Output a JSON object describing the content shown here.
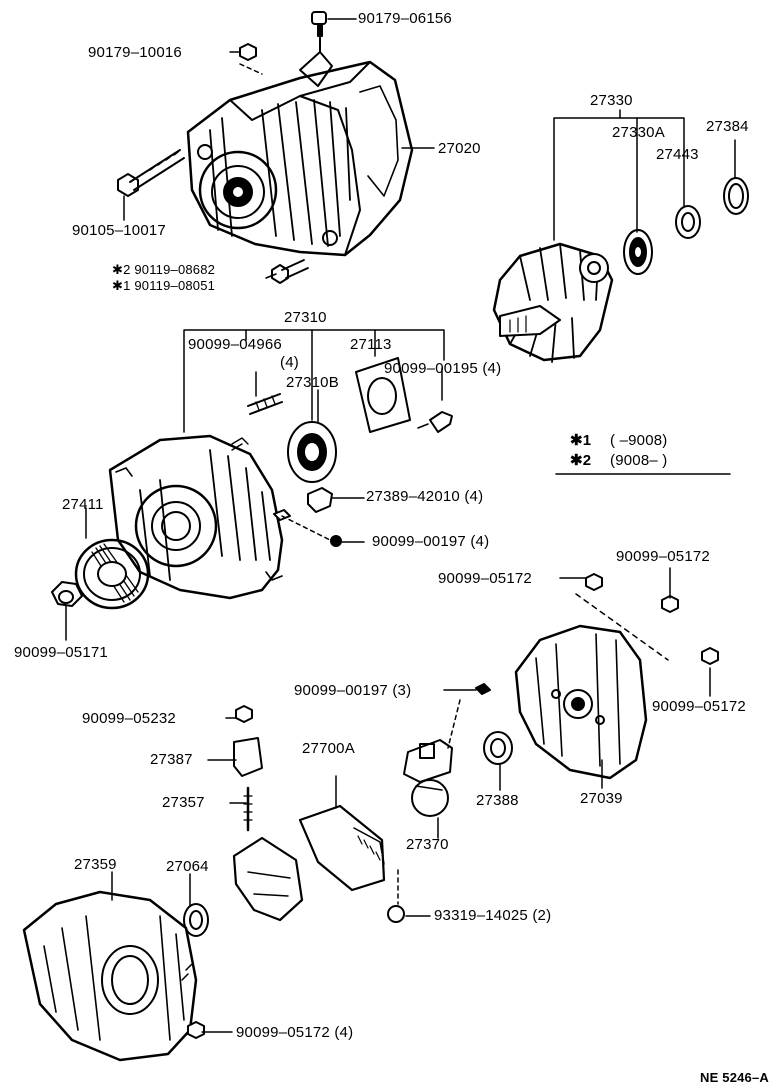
{
  "parts": {
    "p90179_06156": "90179–06156",
    "p90179_10016": "90179–10016",
    "p27020": "27020",
    "p90105_10017": "90105–10017",
    "p90119_08682": "✱2  90119–08682",
    "p90119_08051": "✱1  90119–08051",
    "p27330": "27330",
    "p27330A": "27330A",
    "p27384": "27384",
    "p27443": "27443",
    "p27310": "27310",
    "p90099_04966": "90099–04966",
    "p90099_04966_qty": "(4)",
    "p27113": "27113",
    "p90099_00195": "90099–00195 (4)",
    "p27310B": "27310B",
    "p27389_42010": "27389–42010 (4)",
    "p27411": "27411",
    "p90099_00197_a": "90099–00197 (4)",
    "p90099_05172_a": "90099–05172",
    "p90099_05172_b": "90099–05172",
    "p90099_05172_c": "90099–05172",
    "p90099_05171": "90099–05171",
    "p90099_00197_b": "90099–00197 (3)",
    "p90099_05232": "90099–05232",
    "p27387": "27387",
    "p27700A": "27700A",
    "p27388": "27388",
    "p27039": "27039",
    "p27357": "27357",
    "p27370": "27370",
    "p27359": "27359",
    "p27064": "27064",
    "p93319_14025": "93319–14025 (2)",
    "p90099_05172_d": "90099–05172 (4)"
  },
  "legend": {
    "row1_mark": "✱1",
    "row1_range": "(        –9008)",
    "row2_mark": "✱2",
    "row2_range": "(9008–        )"
  },
  "figure_code": "NE 5246–A",
  "colors": {
    "ink": "#000000",
    "paper": "#ffffff"
  }
}
